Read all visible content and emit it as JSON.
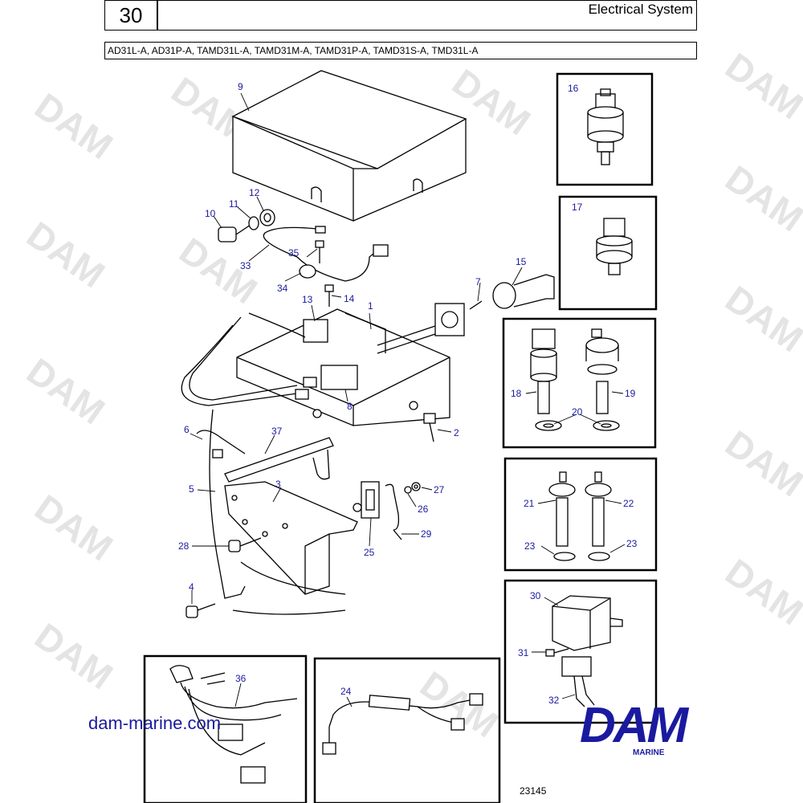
{
  "header": {
    "section_number": "30",
    "title": "Electrical System",
    "models": "AD31L-A, AD31P-A, TAMD31L-A, TAMD31M-A, TAMD31P-A, TAMD31S-A, TMD31L-A"
  },
  "watermark": "DAM",
  "callouts": {
    "c1": "1",
    "c2": "2",
    "c3": "3",
    "c4": "4",
    "c5": "5",
    "c6": "6",
    "c7": "7",
    "c8": "8",
    "c9": "9",
    "c10": "10",
    "c11": "11",
    "c12": "12",
    "c13": "13",
    "c14": "14",
    "c15": "15",
    "c16": "16",
    "c17": "17",
    "c18": "18",
    "c19": "19",
    "c20a": "20",
    "c20b": "20",
    "c21": "21",
    "c22": "22",
    "c23a": "23",
    "c23b": "23",
    "c24": "24",
    "c25": "25",
    "c26": "26",
    "c27": "27",
    "c28": "28",
    "c29": "29",
    "c30": "30",
    "c31": "31",
    "c32": "32",
    "c33": "33",
    "c34": "34",
    "c35": "35",
    "c36": "36",
    "c37": "37"
  },
  "footer": {
    "website": "dam-marine.com",
    "logo_text": "DAM",
    "logo_subtext": "MARINE",
    "drawing_number": "23145"
  },
  "colors": {
    "label": "#1a1aa0",
    "line": "#000000",
    "watermark": "#e4e4e4"
  }
}
